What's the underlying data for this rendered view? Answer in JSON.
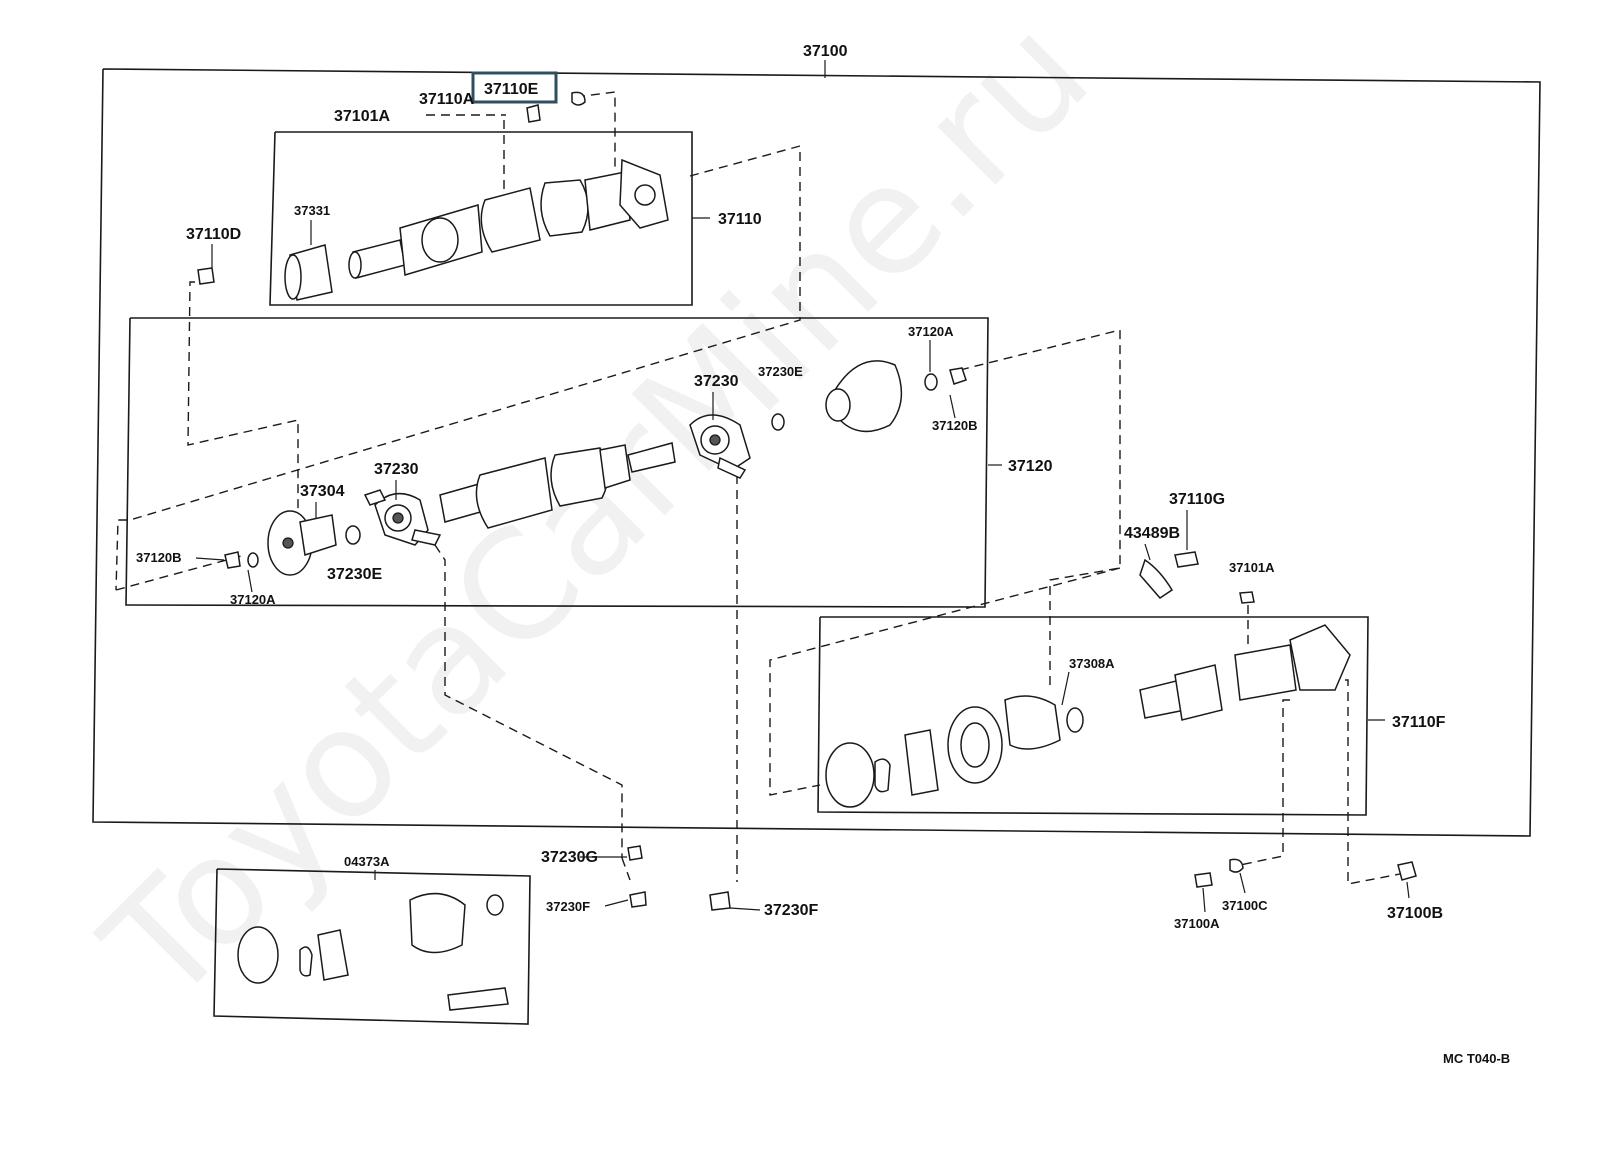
{
  "diagram": {
    "watermark": "ToyotaCarMine.ru",
    "code": "MC T040-B",
    "highlight_label": "37110E",
    "labels": {
      "l37100": "37100",
      "l37110E": "37110E",
      "l37110A": "37110A",
      "l37101A_top": "37101A",
      "l37331": "37331",
      "l37110": "37110",
      "l37110D": "37110D",
      "l37120A_top": "37120A",
      "l37230_right": "37230",
      "l37230E_right": "37230E",
      "l37120B_right": "37120B",
      "l37120": "37120",
      "l37304": "37304",
      "l37230_left": "37230",
      "l37120B_left": "37120B",
      "l37120A_left": "37120A",
      "l37230E_left": "37230E",
      "l37110G": "37110G",
      "l43489B": "43489B",
      "l37101A_right": "37101A",
      "l37308A": "37308A",
      "l37110F": "37110F",
      "l04373A": "04373A",
      "l37230G": "37230G",
      "l37230F_left": "37230F",
      "l37230F_mid": "37230F",
      "l37100C": "37100C",
      "l37100A": "37100A",
      "l37100B": "37100B"
    }
  }
}
